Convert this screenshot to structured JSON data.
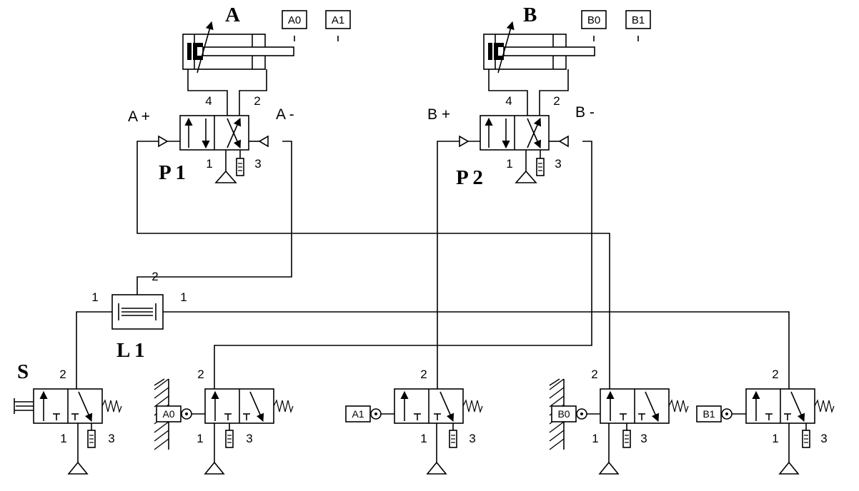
{
  "cylinders": {
    "a": {
      "name": "A",
      "tag_retracted": "A0",
      "tag_extended": "A1"
    },
    "b": {
      "name": "B",
      "tag_retracted": "B0",
      "tag_extended": "B1"
    }
  },
  "power_valves": {
    "p1": {
      "name": "P 1",
      "pilot_left": "A +",
      "pilot_right": "A -",
      "port_4": "4",
      "port_2": "2",
      "port_1": "1",
      "port_3": "3"
    },
    "p2": {
      "name": "P 2",
      "pilot_left": "B +",
      "pilot_right": "B -",
      "port_4": "4",
      "port_2": "2",
      "port_1": "1",
      "port_3": "3"
    }
  },
  "logic": {
    "name": "L 1",
    "in_left": "1",
    "in_right": "1",
    "out": "2"
  },
  "signal_valves": [
    {
      "id": "s",
      "label": "S",
      "actuator": "pushbutton",
      "port_2": "2",
      "port_1": "1",
      "port_3": "3"
    },
    {
      "id": "a0",
      "tag": "A0",
      "actuator": "roller",
      "port_2": "2",
      "port_1": "1",
      "port_3": "3"
    },
    {
      "id": "a1",
      "tag": "A1",
      "actuator": "roller",
      "port_2": "2",
      "port_1": "1",
      "port_3": "3"
    },
    {
      "id": "b0",
      "tag": "B0",
      "actuator": "roller",
      "port_2": "2",
      "port_1": "1",
      "port_3": "3"
    },
    {
      "id": "b1",
      "tag": "B1",
      "actuator": "roller",
      "port_2": "2",
      "port_1": "1",
      "port_3": "3"
    }
  ]
}
